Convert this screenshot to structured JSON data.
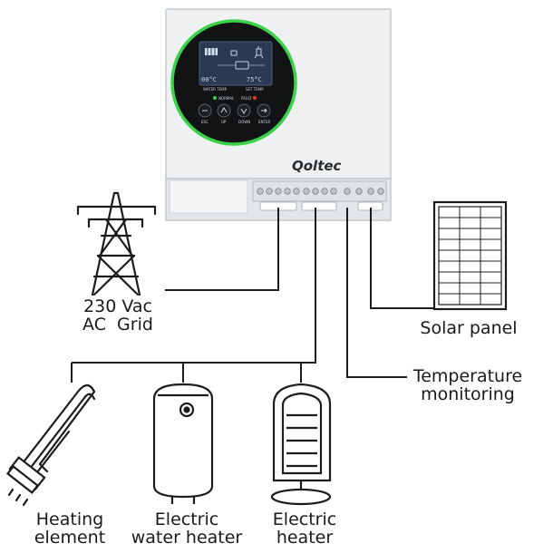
{
  "device": {
    "brand": "Qoltec",
    "display": {
      "water_temp_label": "WATER TEMP",
      "set_temp_label": "SET TEMP",
      "water_temp_value": "00°C",
      "set_temp_value": "75°C"
    },
    "status": {
      "normal_label": "NORMAL",
      "fault_label": "FAULT"
    },
    "buttons": [
      "ESC",
      "UP",
      "DOWN",
      "ENTER"
    ],
    "colors": {
      "ring": "#3bd24a",
      "normal_led": "#3bd24a",
      "fault_led": "#e23a2a",
      "housing": "#eef0f1",
      "display_bg": "#141618",
      "lcd": "#2a3a52"
    }
  },
  "labels": {
    "grid": [
      "230 Vac",
      "AC  Grid"
    ],
    "solar": [
      "Solar panel"
    ],
    "temperature": [
      "Temperature",
      "monitoring"
    ],
    "heating_element": [
      "Heating",
      "element"
    ],
    "water_heater": [
      "Electric",
      "water heater"
    ],
    "electric_heater": [
      "Electric",
      "heater"
    ]
  }
}
